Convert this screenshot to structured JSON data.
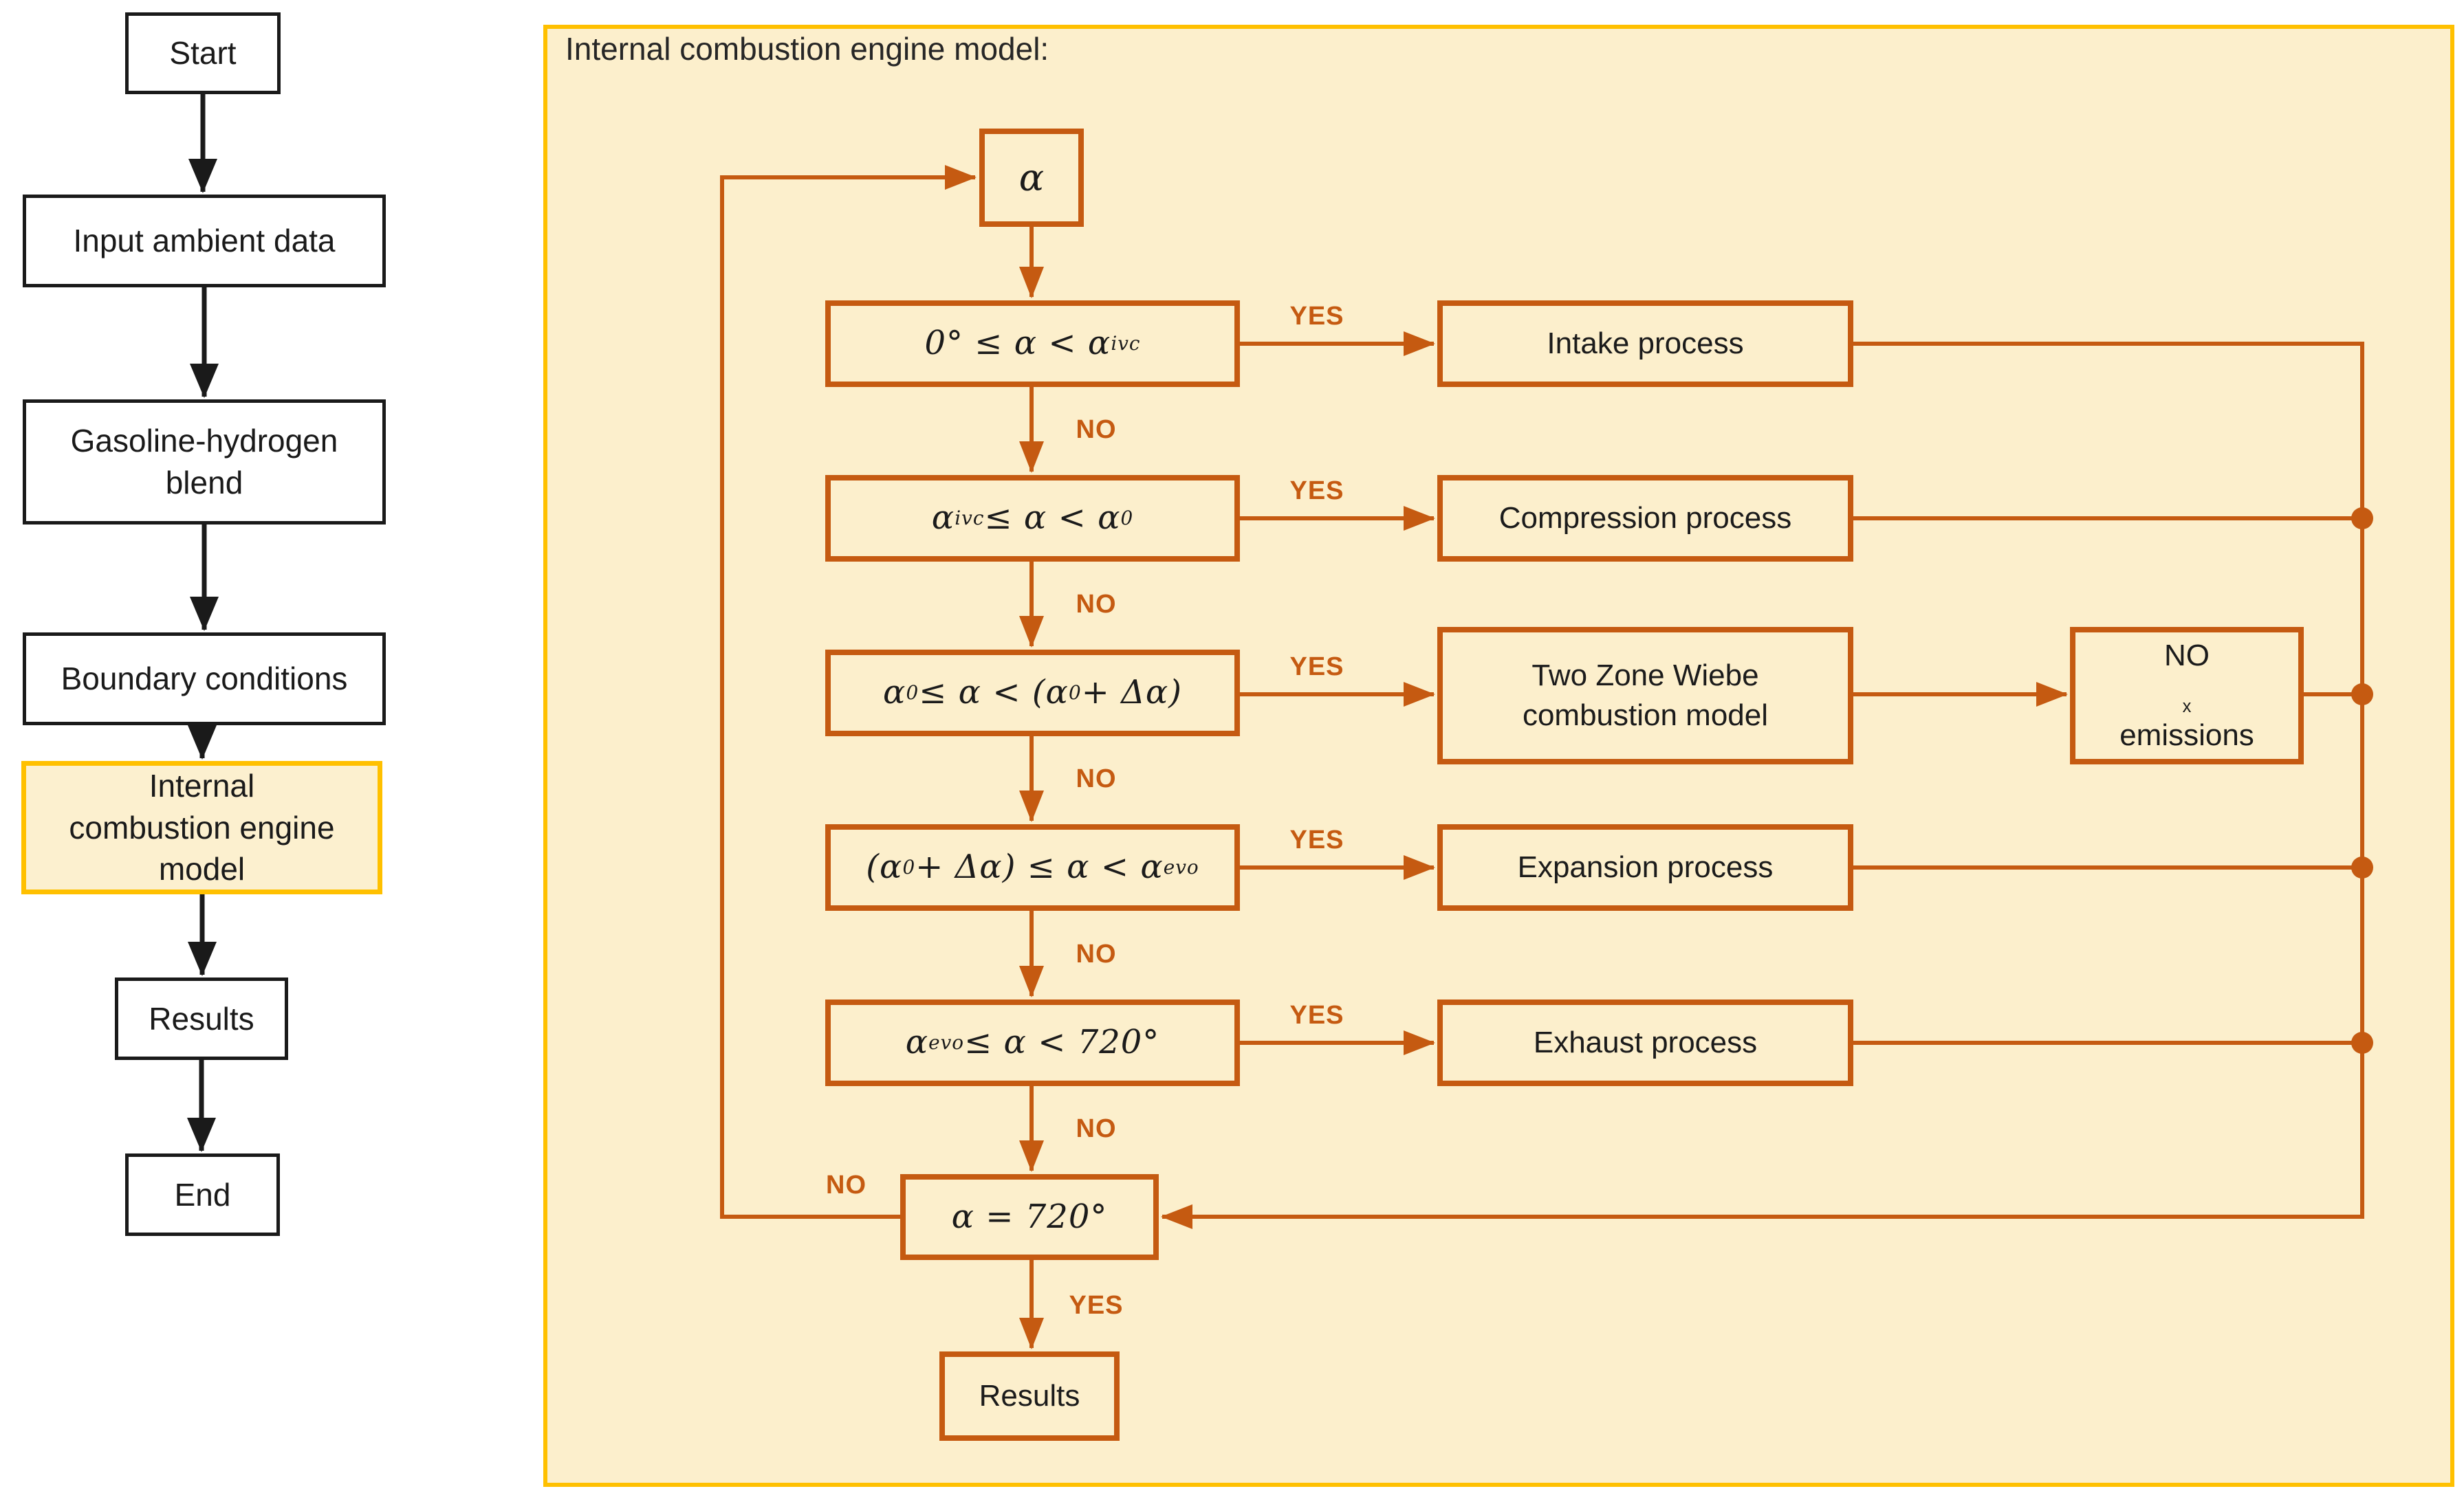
{
  "colors": {
    "accent_orange": "#C55A11",
    "gold_border": "#FFC000",
    "panel_background": "#FCEFCC",
    "text": "#1A1A1A"
  },
  "left_flow": {
    "nodes": [
      {
        "label": "Start"
      },
      {
        "label": "Input ambient data"
      },
      {
        "label": "Gasoline-hydrogen blend"
      },
      {
        "label": "Boundary conditions"
      },
      {
        "label": "Internal combustion engine model",
        "highlighted": true
      },
      {
        "label": "Results"
      },
      {
        "label": "End"
      }
    ]
  },
  "panel": {
    "title": "Internal combustion engine model:",
    "alpha_symbol": "α",
    "conditions": [
      {
        "segments": [
          {
            "t": "0° ≤ α < α"
          },
          {
            "t": "ivc",
            "sub": true
          }
        ]
      },
      {
        "segments": [
          {
            "t": "α"
          },
          {
            "t": "ivc",
            "sub": true
          },
          {
            "t": " ≤ α < α"
          },
          {
            "t": "0",
            "sub": true
          }
        ]
      },
      {
        "segments": [
          {
            "t": "α"
          },
          {
            "t": "0",
            "sub": true
          },
          {
            "t": " ≤ α < (α"
          },
          {
            "t": "0",
            "sub": true
          },
          {
            "t": " + Δα)"
          }
        ]
      },
      {
        "segments": [
          {
            "t": "(α"
          },
          {
            "t": "0",
            "sub": true
          },
          {
            "t": " + Δα) ≤ α < α"
          },
          {
            "t": "evo",
            "sub": true
          }
        ]
      },
      {
        "segments": [
          {
            "t": "α"
          },
          {
            "t": "evo",
            "sub": true
          },
          {
            "t": " ≤ α < 720°"
          }
        ]
      },
      {
        "segments": [
          {
            "t": "α = 720°"
          }
        ]
      }
    ],
    "processes": {
      "intake": "Intake process",
      "compression": "Compression process",
      "wiebe": [
        "Two Zone Wiebe",
        "combustion model"
      ],
      "expansion": "Expansion process",
      "exhaust": "Exhaust process",
      "nox_line1_segments": [
        {
          "t": "NO"
        },
        {
          "t": "x",
          "sub": true
        }
      ],
      "nox_line2": "emissions",
      "results": "Results"
    },
    "decision_labels": {
      "yes": "YES",
      "no": "NO"
    }
  }
}
